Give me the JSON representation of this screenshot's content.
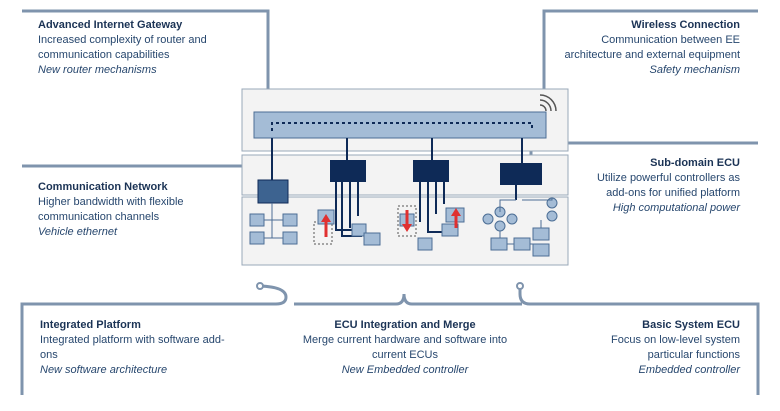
{
  "cards": {
    "gateway": {
      "title": "Advanced Internet Gateway",
      "desc": "Increased complexity of router and communication capabilities",
      "italic": "New router mechanisms"
    },
    "wireless": {
      "title": "Wireless Connection",
      "desc": "Communication between EE architecture and external equipment",
      "italic": "Safety mechanism"
    },
    "network": {
      "title": "Communication Network",
      "desc": "Higher bandwidth with flexible communication channels",
      "italic": "Vehicle ethernet"
    },
    "subdomain": {
      "title": "Sub-domain ECU",
      "desc": "Utilize powerful controllers as add-ons for unified platform",
      "italic": "High computational power"
    },
    "platform": {
      "title": "Integrated Platform",
      "desc": "Integrated platform with software add-ons",
      "italic": "New software architecture"
    },
    "merge": {
      "title": "ECU Integration and Merge",
      "desc": "Merge current hardware and software into current ECUs",
      "italic": "New Embedded controller"
    },
    "basic": {
      "title": "Basic System ECU",
      "desc": "Focus on low-level system particular functions",
      "italic": "Embedded controller"
    }
  },
  "colors": {
    "line": "#7f94ad",
    "dark": "#0e2a57",
    "mid": "#2c5582",
    "light": "#a4bcd6",
    "panel": "#f3f3f3",
    "arrow": "#e03030"
  }
}
